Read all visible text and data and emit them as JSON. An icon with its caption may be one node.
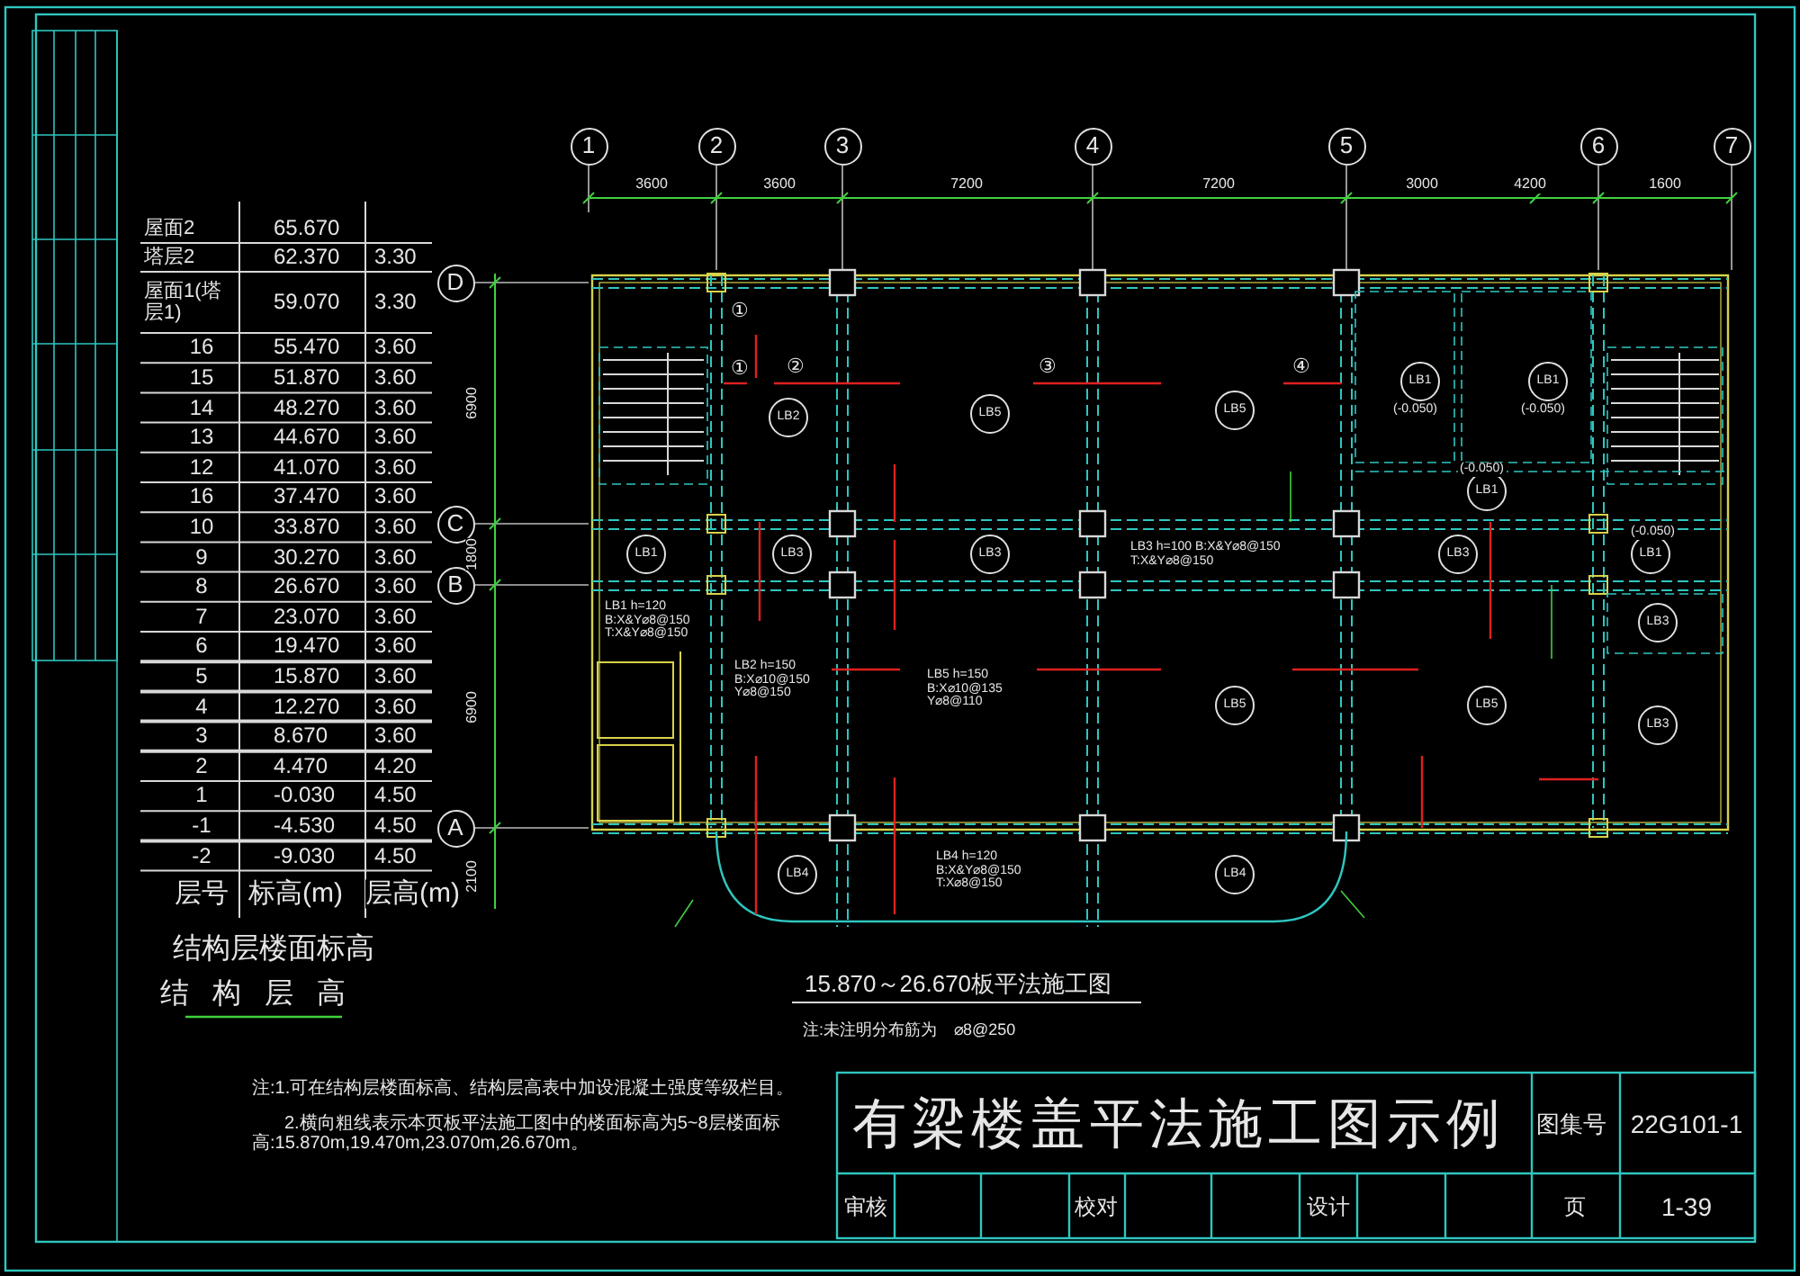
{
  "diagram": {
    "title": "有梁楼盖平法施工图示例",
    "nodes": [
      {
        "text": [
          "1"
        ]
      },
      {
        "text": [
          "2"
        ]
      },
      {
        "text": [
          "3"
        ]
      },
      {
        "text": [
          "4"
        ]
      },
      {
        "text": [
          "5"
        ]
      },
      {
        "text": [
          "6"
        ]
      },
      {
        "text": [
          "7"
        ]
      },
      {
        "text": [
          "D"
        ]
      },
      {
        "text": [
          "C"
        ]
      },
      {
        "text": [
          "B"
        ]
      },
      {
        "text": [
          "A"
        ]
      },
      {
        "text": [
          "LB2"
        ]
      },
      {
        "text": [
          "LB5"
        ]
      },
      {
        "text": [
          "LB5"
        ]
      },
      {
        "text": [
          "LB1"
        ],
        "beside": [
          "(-0.050)"
        ]
      },
      {
        "text": [
          "LB1"
        ],
        "beside": [
          "(-0.050)"
        ]
      },
      {
        "text": [
          "LB1"
        ],
        "beside": [
          "(-0.050)"
        ]
      },
      {
        "text": [
          "LB1"
        ]
      },
      {
        "text": [
          "LB3"
        ]
      },
      {
        "text": [
          "LB3"
        ]
      },
      {
        "text": [
          "LB3"
        ]
      },
      {
        "text": [
          "LB1"
        ],
        "beside": [
          "(-0.050)"
        ]
      },
      {
        "text": [
          "LB3"
        ]
      },
      {
        "text": [
          "LB5"
        ]
      },
      {
        "text": [
          "LB5"
        ]
      },
      {
        "text": [
          "LB3"
        ]
      },
      {
        "text": [
          "LB4"
        ]
      },
      {
        "text": [
          "LB4"
        ]
      }
    ],
    "labels": [
      "屋面2",
      "65.670",
      "塔层2",
      "62.370",
      "3.30",
      "屋面1(塔层1)",
      "59.070",
      "3.30",
      "16",
      "55.470",
      "3.60",
      "15",
      "51.870",
      "3.60",
      "14",
      "48.270",
      "3.60",
      "13",
      "44.670",
      "3.60",
      "12",
      "41.070",
      "3.60",
      "16",
      "37.470",
      "3.60",
      "10",
      "33.870",
      "3.60",
      "9",
      "30.270",
      "3.60",
      "8",
      "26.670",
      "3.60",
      "7",
      "23.070",
      "3.60",
      "6",
      "19.470",
      "3.60",
      "5",
      "15.870",
      "3.60",
      "4",
      "12.270",
      "3.60",
      "3",
      "8.670",
      "3.60",
      "2",
      "4.470",
      "4.20",
      "1",
      "-0.030",
      "4.50",
      "-1",
      "-4.530",
      "4.50",
      "-2",
      "-9.030",
      "4.50",
      "层号",
      "标高(m)",
      "层高(m)",
      "结构层楼面标高",
      "结构层高",
      "3600",
      "3600",
      "7200",
      "7200",
      "3000",
      "4200",
      "1600",
      "6900",
      "1800",
      "6900",
      "2100",
      "LB1 h=120 B:X&Y⌀8@150 T:X&Y⌀8@150",
      "LB2 h=150 B:X⌀10@150 Y⌀8@150",
      "LB5 h=150 B:X⌀10@135 Y⌀8@110",
      "LB4 h=120 B:X&Y⌀8@150 T:X⌀8@150",
      "LB3 h=100 B:X&Y⌀8@150 T:X&Y⌀8@150",
      "①",
      "①",
      "②",
      "③",
      "④",
      "15.870～26.670板平法施工图",
      "注:未注明分布筋为",
      "⌀8@250",
      "注:1.可在结构层楼面标高、结构层高表中加设混凝土强度等级栏目。",
      "2.横向粗线表示本页板平法施工图中的楼面标高为5~8层楼面标高:15.870m,19.470m,23.070m,26.670m。",
      "图集号",
      "22G101-1",
      "审核",
      "校对",
      "设计",
      "页",
      "1-39"
    ]
  }
}
